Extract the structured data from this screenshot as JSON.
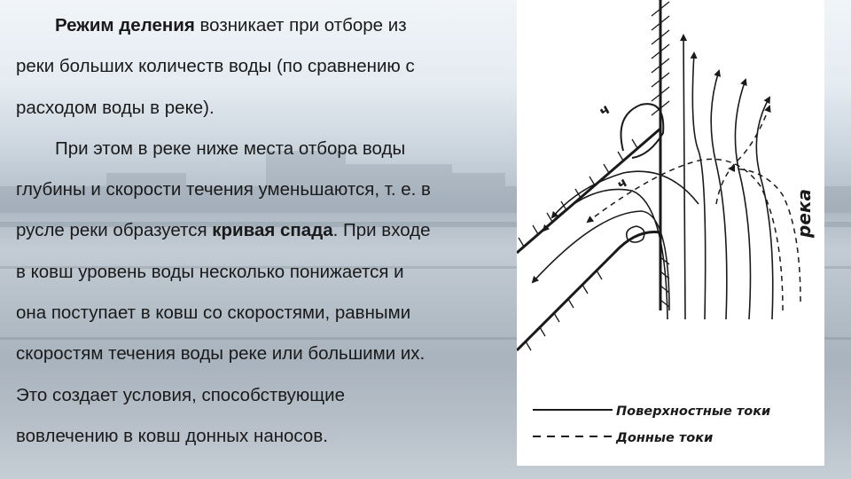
{
  "text": {
    "line1_bold": "Режим деления",
    "line1_rest": " возникает при отборе из",
    "line2": "реки больших количеств воды (по сравнению с",
    "line3": "расходом воды в реке).",
    "line4": "При этом в реке ниже места отбора воды",
    "line5": "глубины и скорости течения уменьшаются, т. е. в",
    "line6_pre": "русле реки образуется ",
    "line6_bold": "кривая спада",
    "line6_post": ". При входе",
    "line7": "в ковш уровень воды несколько понижается и",
    "line8": "она поступает в ковш со скоростями, равными",
    "line9": "скоростям течения воды реке или большими их.",
    "line10": "Это создает условия, способствующие",
    "line11": "вовлечению в ковш донных наносов."
  },
  "diagram": {
    "river_label": "река",
    "label_upper": "ч",
    "label_lower": "ч",
    "legend_surface": "Поверхностные токи",
    "legend_bottom": "Донные токи"
  }
}
